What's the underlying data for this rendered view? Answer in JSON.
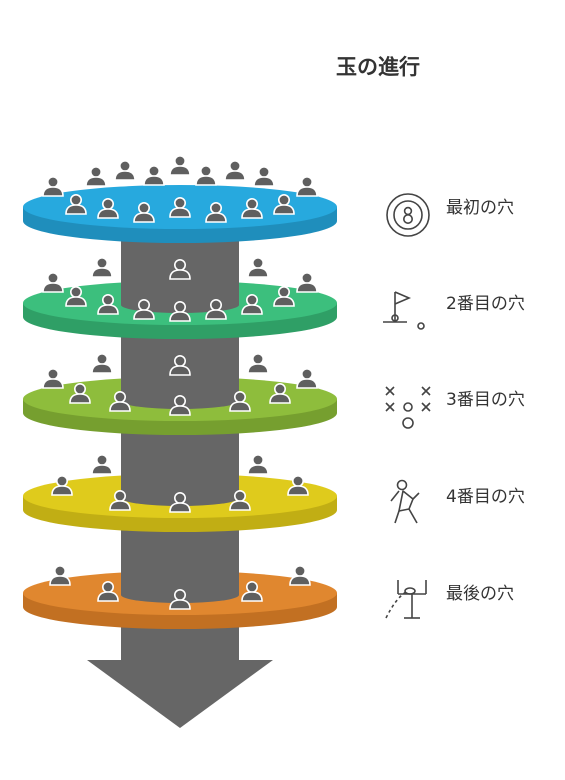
{
  "title": "玉の進行",
  "colors": {
    "shaft": "#666666",
    "text": "#333333",
    "person": "#5f5f5f",
    "icon": "#444444"
  },
  "levels": [
    {
      "label": "最初の穴",
      "color": "#27a9de",
      "dark": "#1f8ebc",
      "icon": "eight-ball-icon",
      "people": 16
    },
    {
      "label": "2番目の穴",
      "color": "#3cbf7d",
      "dark": "#2f9f66",
      "icon": "golf-flag-icon",
      "people": 12
    },
    {
      "label": "3番目の穴",
      "color": "#8ebd3c",
      "dark": "#769f2f",
      "icon": "play-strategy-icon",
      "people": 10
    },
    {
      "label": "4番目の穴",
      "color": "#dfcb1c",
      "dark": "#c1ae14",
      "icon": "golfer-swing-icon",
      "people": 7
    },
    {
      "label": "最後の穴",
      "color": "#e0872f",
      "dark": "#c27022",
      "icon": "goal-post-icon",
      "people": 5
    }
  ]
}
